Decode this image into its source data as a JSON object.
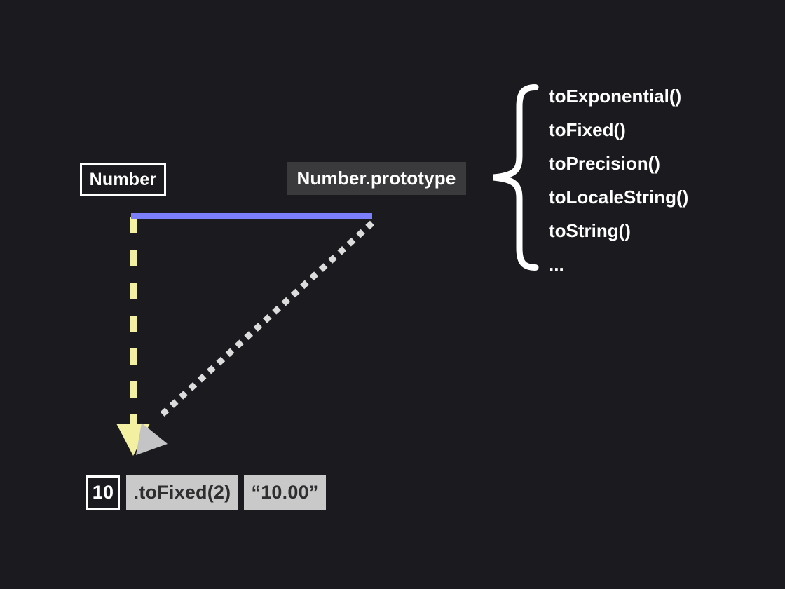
{
  "diagram": {
    "number_box": {
      "label": "Number"
    },
    "prototype_box": {
      "label": "Number.prototype"
    },
    "methods": {
      "items": [
        "toExponential()",
        "toFixed()",
        "toPrecision()",
        "toLocaleString()",
        "toString()",
        "..."
      ]
    },
    "example": {
      "value": "10",
      "call": ".toFixed(2)",
      "result": "“10.00”"
    },
    "colors": {
      "background": "#1b1b1f",
      "prototype_box_bg": "#3a3a3c",
      "link_line_purple": "#7b80fa",
      "dashed_arrow_yellow": "#f4f0a2",
      "dotted_arrow_gray": "#dcdcdc",
      "gray_arrowhead": "#c4c4c6",
      "example_box_bg": "#c9c9c9",
      "example_box_text": "#2e2e30",
      "text": "#ffffff"
    }
  }
}
